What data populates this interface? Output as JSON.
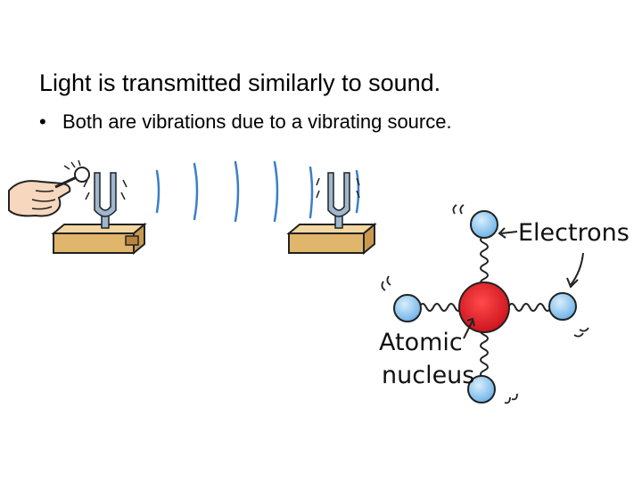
{
  "slide": {
    "title": "Light is transmitted similarly to sound.",
    "bullets": [
      {
        "marker": "•",
        "text": "Both are vibrations due to a vibrating source."
      }
    ]
  },
  "figure_labels": {
    "electrons": "Electrons",
    "nucleus_line1": "Atomic",
    "nucleus_line2": "nucleus"
  },
  "colors": {
    "wave": "#3a7fc8",
    "wood_top": "#f2d7a0",
    "wood_front": "#e0b56c",
    "fork": "#9eb7cf",
    "nucleus": "#e21f26",
    "electron": "#7fc0ee",
    "skin": "#f7d7bd"
  }
}
